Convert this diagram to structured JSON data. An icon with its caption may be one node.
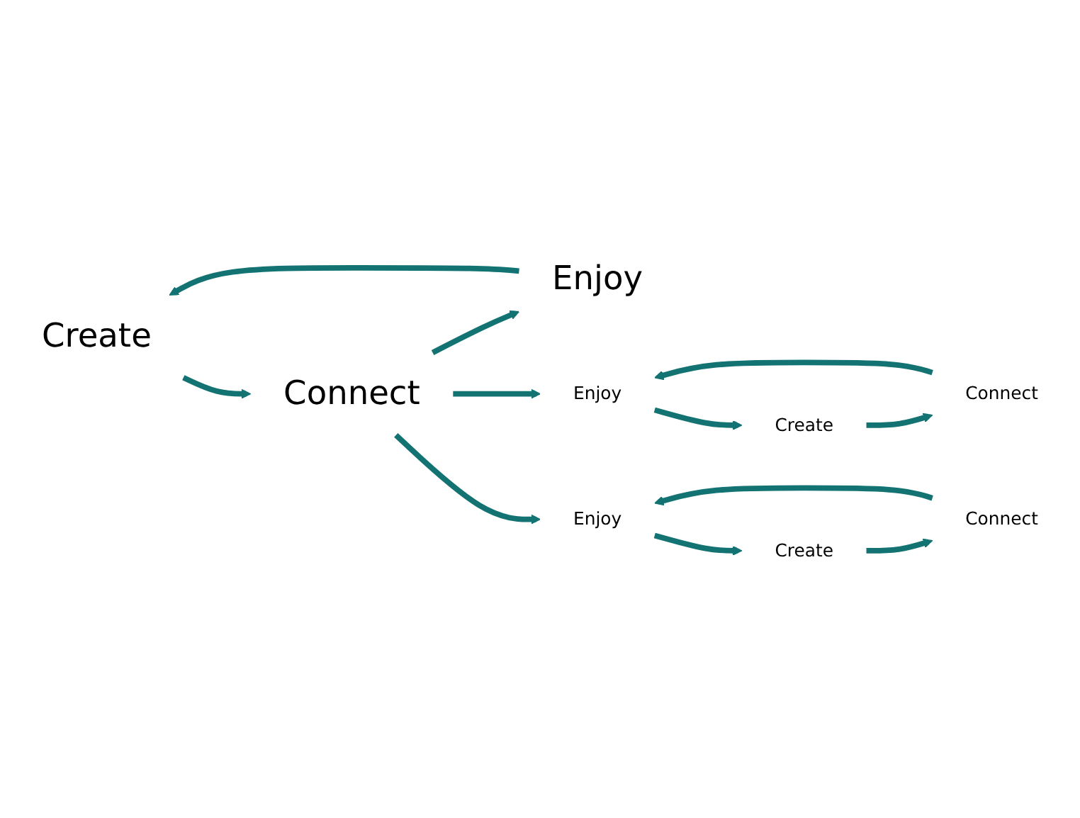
{
  "diagram": {
    "nodes": [
      {
        "text": [
          "Create"
        ]
      },
      {
        "text": [
          "Connect"
        ]
      },
      {
        "text": [
          "Enjoy"
        ]
      },
      {
        "text": [
          "Create"
        ]
      },
      {
        "text": [
          "Connect"
        ]
      },
      {
        "text": [
          "Enjoy"
        ]
      },
      {
        "text": [
          "Enjoy"
        ]
      },
      {
        "text": [
          "Create"
        ]
      },
      {
        "text": [
          "Connect"
        ]
      }
    ],
    "edges": [
      {
        "from": 0,
        "to": 1,
        "arrow": "to"
      },
      {
        "from": 1,
        "to": 2,
        "arrow": "to"
      },
      {
        "from": 2,
        "to": 0,
        "arrow": "to"
      },
      {
        "from": 3,
        "to": 4,
        "arrow": "to"
      },
      {
        "from": 4,
        "to": 5,
        "arrow": "to"
      },
      {
        "from": 5,
        "to": 3,
        "arrow": "to"
      },
      {
        "from": 1,
        "to": 5,
        "arrow": "to"
      },
      {
        "from": 1,
        "to": 6,
        "arrow": "to"
      },
      {
        "from": 6,
        "to": 7,
        "arrow": "to"
      },
      {
        "from": 7,
        "to": 8,
        "arrow": "to"
      },
      {
        "from": 8,
        "to": 6,
        "arrow": "to"
      }
    ]
  }
}
